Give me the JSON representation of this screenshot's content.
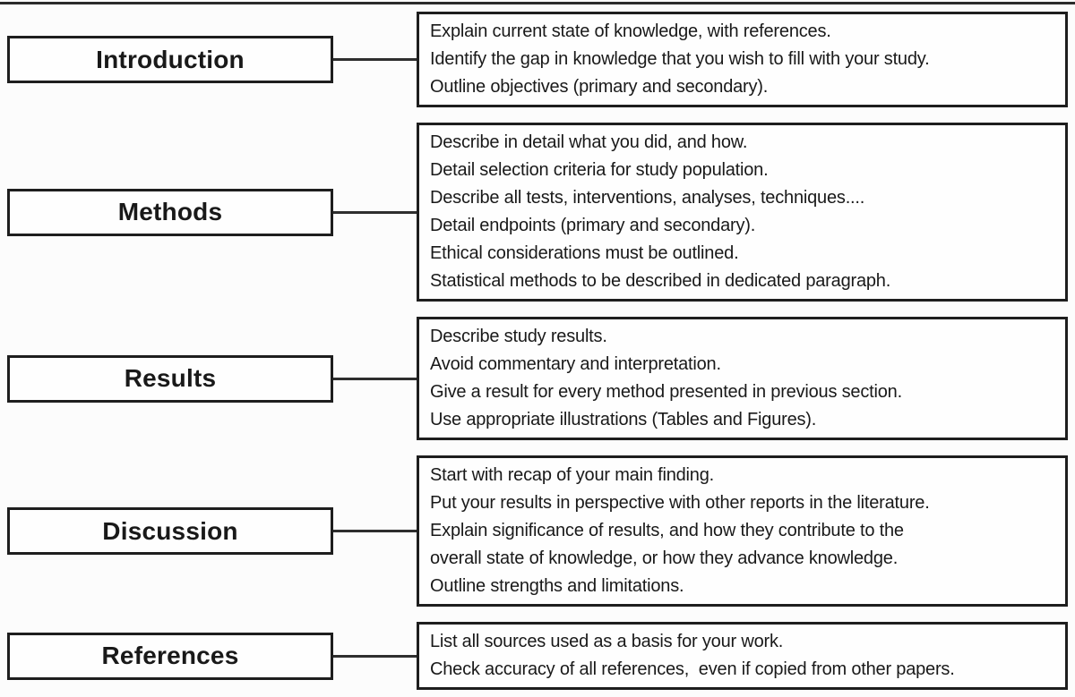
{
  "diagram": {
    "title_implicit": "Structure of a scientific paper",
    "colors": {
      "border": "#1e1e1e",
      "text": "#191919",
      "background": "#fcfcfc",
      "box_fill": "#fefefe"
    },
    "rows": [
      {
        "label": "Introduction",
        "lines": [
          "Explain current state of knowledge, with references.",
          "Identify the gap in knowledge that you wish to fill with your study.",
          "Outline objectives (primary and secondary)."
        ]
      },
      {
        "label": "Methods",
        "lines": [
          "Describe in detail what you did, and how.",
          "Detail selection criteria for study population.",
          "Describe all tests, interventions, analyses, techniques....",
          "Detail endpoints (primary and secondary).",
          "Ethical considerations must be outlined.",
          "Statistical methods to be described in dedicated paragraph."
        ]
      },
      {
        "label": "Results",
        "lines": [
          "Describe study results.",
          "Avoid commentary and interpretation.",
          "Give a result for every method presented in previous section.",
          "Use appropriate illustrations (Tables and Figures)."
        ]
      },
      {
        "label": "Discussion",
        "lines": [
          "Start with recap of your main finding.",
          "Put your results in perspective with other reports in the literature.",
          "Explain significance of results, and how they contribute to the",
          "overall state of knowledge, or how they advance knowledge.",
          "Outline strengths and limitations."
        ]
      },
      {
        "label": "References",
        "lines": [
          "List all sources used as a basis for your work.",
          "Check accuracy of all references,  even if copied from other papers."
        ]
      }
    ]
  }
}
